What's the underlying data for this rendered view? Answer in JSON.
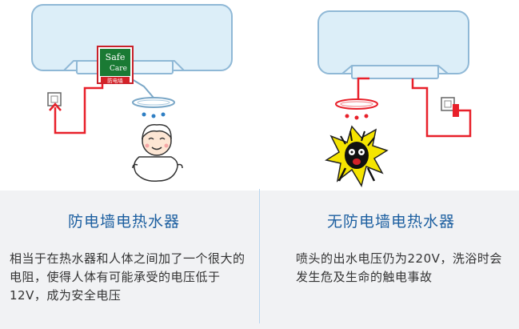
{
  "left_panel": {
    "title": "防电墙电热水器",
    "description": "相当于在热水器和人体之间加了一个很大的电阻，使得人体有可能承受的电压低于12V，成为安全电压",
    "badge": {
      "line1": "Safe",
      "line2": "Care",
      "chinese": "防电墙"
    }
  },
  "right_panel": {
    "title": "无防电墙电热水器",
    "description": "喷头的出水电压仍为220V，洗浴时会发生危及生命的触电事故"
  },
  "colors": {
    "title_blue": "#1c5fa0",
    "wire_red": "#e8202a",
    "heater_blue": "#dceef8",
    "badge_green": "#1a7a34",
    "spark_yellow": "#f5e400"
  }
}
